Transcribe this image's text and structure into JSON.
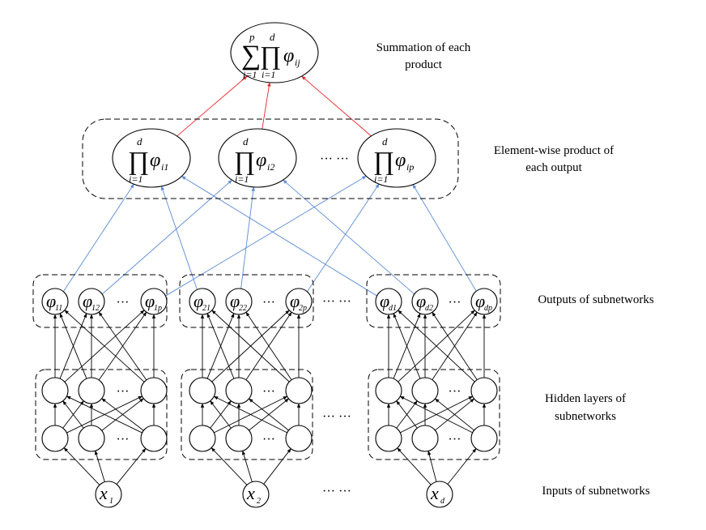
{
  "labels": {
    "summation_line1": "Summation of each",
    "summation_line2": "product",
    "elementwise_line1": "Element-wise product of",
    "elementwise_line2": "each output",
    "outputs": "Outputs of subnetworks",
    "hidden_line1": "Hidden layers of",
    "hidden_line2": "subnetworks",
    "inputs": "Inputs of subnetworks"
  },
  "top_node": {
    "sum_symbol": "∑",
    "sum_upper": "p",
    "sum_lower": "j=1",
    "prod_symbol": "∏",
    "prod_upper": "d",
    "prod_lower": "i=1",
    "term": "φ",
    "term_sub": "ij"
  },
  "product_nodes": [
    {
      "prod_symbol": "∏",
      "upper": "d",
      "lower": "i=1",
      "term": "φ",
      "term_sub": "i1"
    },
    {
      "prod_symbol": "∏",
      "upper": "d",
      "lower": "i=1",
      "term": "φ",
      "term_sub": "i2"
    },
    {
      "prod_symbol": "∏",
      "upper": "d",
      "lower": "i=1",
      "term": "φ",
      "term_sub": "ip"
    }
  ],
  "product_ellipsis": "··· ···",
  "subnetworks": [
    {
      "outputs": [
        {
          "sym": "φ",
          "sub": "11"
        },
        {
          "sym": "φ",
          "sub": "12"
        },
        {
          "sym": "φ",
          "sub": "1p"
        }
      ],
      "input": {
        "sym": "x",
        "sub": "1"
      }
    },
    {
      "outputs": [
        {
          "sym": "φ",
          "sub": "21"
        },
        {
          "sym": "φ",
          "sub": "22"
        },
        {
          "sym": "φ",
          "sub": "2p"
        }
      ],
      "input": {
        "sym": "x",
        "sub": "2"
      }
    },
    {
      "outputs": [
        {
          "sym": "φ",
          "sub": "d1"
        },
        {
          "sym": "φ",
          "sub": "d2"
        },
        {
          "sym": "φ",
          "sub": "dp"
        }
      ],
      "input": {
        "sym": "x",
        "sub": "d"
      }
    }
  ],
  "inner_ellipsis": "···",
  "between_ellipsis": "··· ···",
  "colors": {
    "red_edges": "#e8252a",
    "blue_edges": "#5b8ad6",
    "black_edges": "#000000"
  }
}
